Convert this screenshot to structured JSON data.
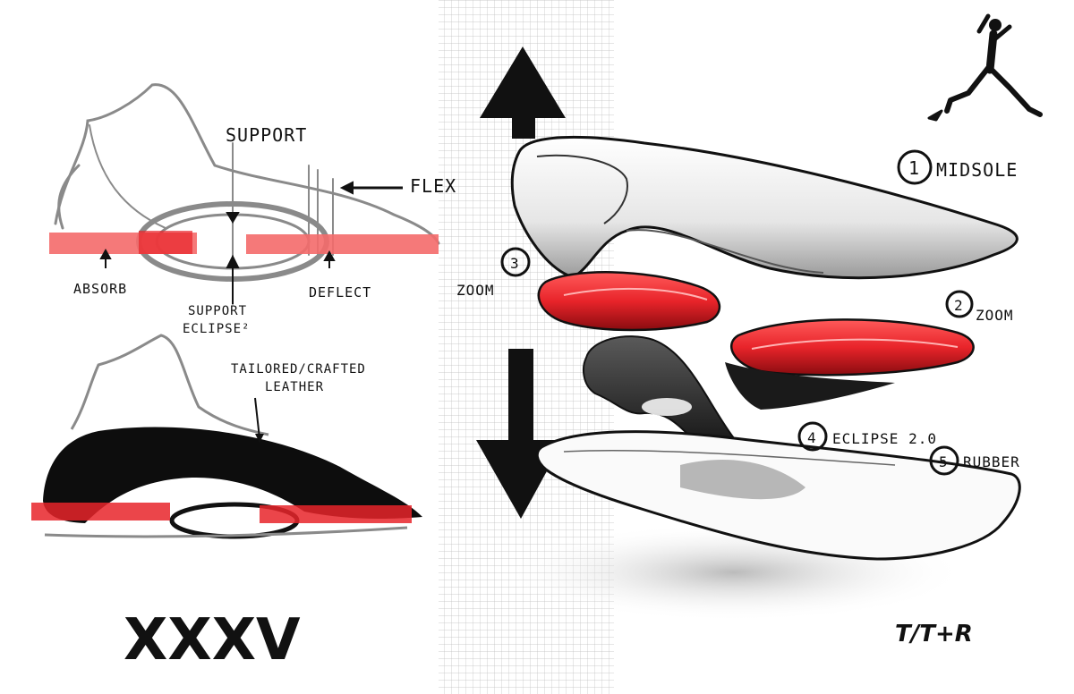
{
  "colors": {
    "ink": "#111111",
    "pencil": "#8a8a8a",
    "accent_red": "#e8242a",
    "light_red": "#f46a6a",
    "grid": "#bdbdbd",
    "paper": "#ffffff"
  },
  "icons": {
    "logo": "jumpman-logo-icon",
    "up": "arrow-up-icon",
    "down": "arrow-down-icon"
  },
  "labels_top_sketch": {
    "support_top": "SUPPORT",
    "flex": "FLEX",
    "absorb": "ABSORB",
    "deflect": "DEFLECT",
    "support_bottom_line1": "SUPPORT",
    "support_bottom_line2": "ECLIPSE²"
  },
  "labels_bottom_sketch": {
    "leather_line1": "TAILORED/CRAFTED",
    "leather_line2": "LEATHER"
  },
  "roman_numeral": "XXXV",
  "callouts": [
    {
      "number": "1",
      "label": "MIDSOLE"
    },
    {
      "number": "2",
      "label": "ZOOM"
    },
    {
      "number": "3",
      "label": "ZOOM"
    },
    {
      "number": "4",
      "label": "ECLIPSE 2.0"
    },
    {
      "number": "5",
      "label": "RUBBER"
    }
  ],
  "signature": "T/T+R"
}
